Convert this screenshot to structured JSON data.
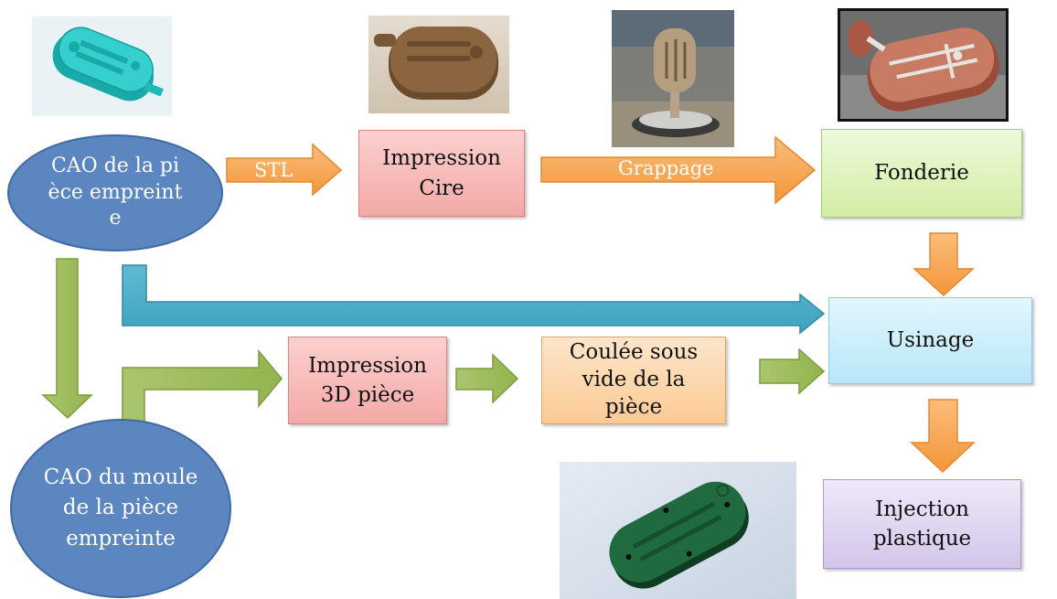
{
  "nodes": {
    "cao_piece": "CAO de la pièce empreinte",
    "cao_moule": "CAO du moule de la pièce empreinte",
    "impression_cire": "Impression Cire",
    "fonderie": "Fonderie",
    "usinage": "Usinage",
    "impression_3d": "Impression 3D pièce",
    "coulee": "Coulée sous vide de la pièce",
    "injection": "Injection plastique"
  },
  "arrow_labels": {
    "stl": "STL",
    "grappage": "Grappage"
  },
  "colors": {
    "orange_arrow": "#f6a04d",
    "green_arrow": "#9bbb59",
    "teal_arrow": "#4bacc6",
    "ellipse": "#5b86c0",
    "impression_box": "#f6b6b4",
    "fonderie_box": "#ddf3b4",
    "usinage_box": "#c5ecfb",
    "coulee_box": "#fcd4a8",
    "injection_box": "#dcd2ef"
  },
  "photos": [
    "cad-model-photo",
    "wax-print-photo",
    "casting-tree-photo",
    "foundry-part-photo",
    "plastic-part-photo"
  ]
}
